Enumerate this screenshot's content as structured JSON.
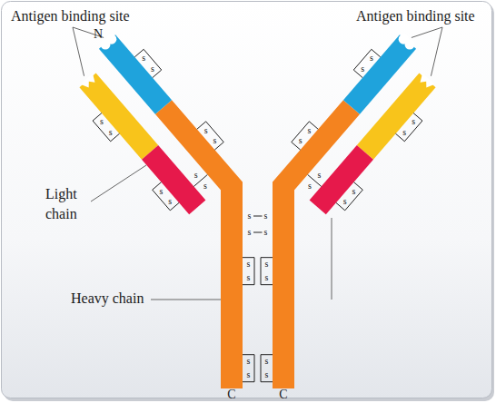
{
  "diagram": {
    "labels": [
      "Antigen binding site",
      "Antigen binding site",
      "N",
      "Light chain",
      "Heavy chain",
      "C",
      "C",
      "s",
      "s",
      "s",
      "s",
      "s",
      "s",
      "s",
      "s",
      "s",
      "s",
      "s",
      "s",
      "s",
      "s",
      "s",
      "s",
      "s",
      "s",
      "s",
      "s",
      "s",
      "s",
      "s",
      "s",
      "s",
      "s",
      "s",
      "s",
      "s",
      "s",
      "s",
      "s"
    ]
  }
}
